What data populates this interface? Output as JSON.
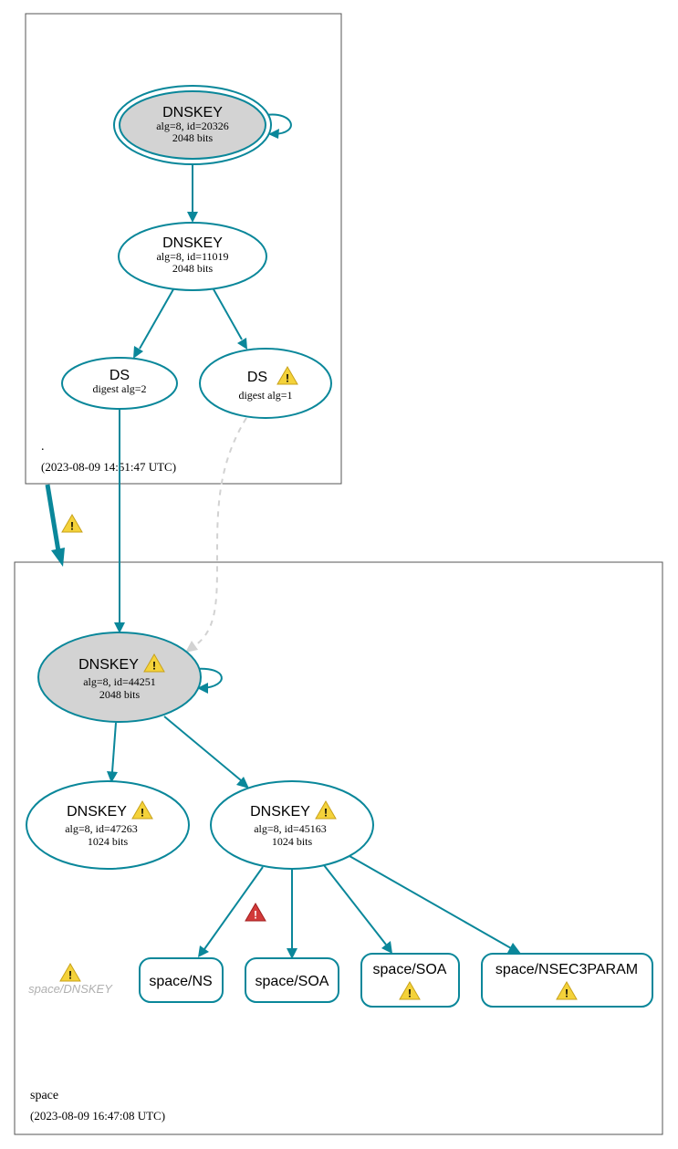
{
  "zones": {
    "root": {
      "name": ".",
      "timestamp": "(2023-08-09 14:51:47 UTC)"
    },
    "space": {
      "name": "space",
      "timestamp": "(2023-08-09 16:47:08 UTC)"
    }
  },
  "nodes": {
    "root_ksk": {
      "title": "DNSKEY",
      "detail": "alg=8, id=20326",
      "bits": "2048 bits"
    },
    "root_zsk": {
      "title": "DNSKEY",
      "detail": "alg=8, id=11019",
      "bits": "2048 bits"
    },
    "ds2": {
      "title": "DS",
      "detail": "digest alg=2"
    },
    "ds1": {
      "title": "DS",
      "detail": "digest alg=1"
    },
    "space_ksk": {
      "title": "DNSKEY",
      "detail": "alg=8, id=44251",
      "bits": "2048 bits"
    },
    "space_k47263": {
      "title": "DNSKEY",
      "detail": "alg=8, id=47263",
      "bits": "1024 bits"
    },
    "space_k45163": {
      "title": "DNSKEY",
      "detail": "alg=8, id=45163",
      "bits": "1024 bits"
    },
    "rr_ns": {
      "label": "space/NS"
    },
    "rr_soa1": {
      "label": "space/SOA"
    },
    "rr_soa2": {
      "label": "space/SOA"
    },
    "rr_nsec3param": {
      "label": "space/NSEC3PARAM"
    },
    "ghost_dnskey": {
      "label": "space/DNSKEY"
    }
  },
  "icons": {
    "warning": "warning-icon",
    "error": "error-icon",
    "warning_mark": "!"
  },
  "colors": {
    "edge": "#0a879a",
    "dashed_edge": "#d2d2d2",
    "filled_node": "#d3d3d3",
    "warning": "#f4d23a",
    "error": "#d23a3a"
  }
}
